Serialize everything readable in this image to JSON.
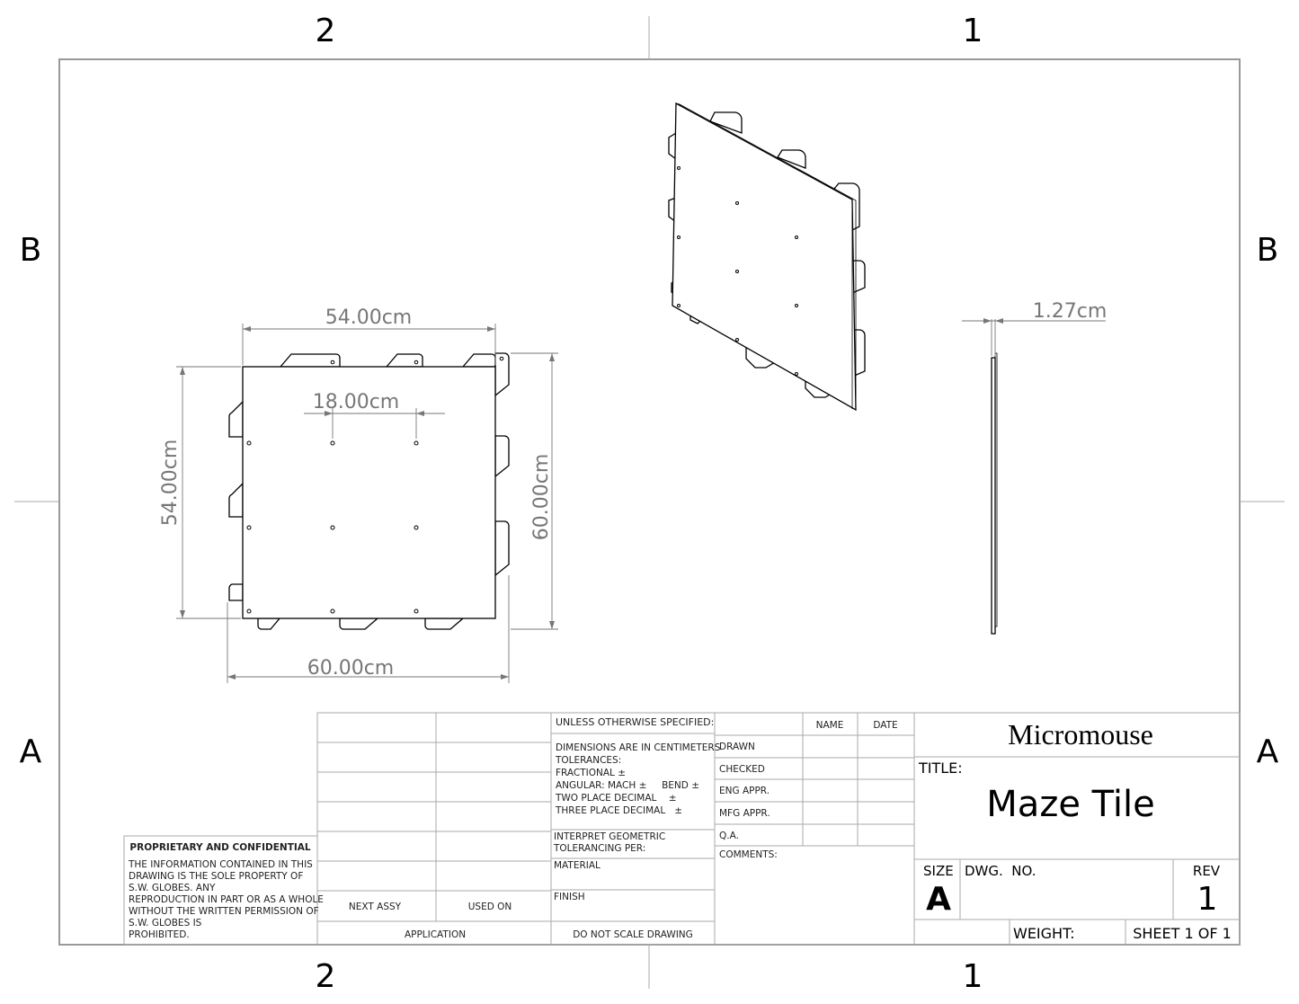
{
  "zones": {
    "top": [
      "2",
      "1"
    ],
    "bottom": [
      "2",
      "1"
    ],
    "left": [
      "B",
      "A"
    ],
    "right": [
      "B",
      "A"
    ]
  },
  "front_view": {
    "dim_top": "54.00cm",
    "dim_hole_spacing": "18.00cm",
    "dim_left": "54.00cm",
    "dim_right": "60.00cm",
    "dim_bottom": "60.00cm"
  },
  "side_view": {
    "dim_thickness": "1.27cm"
  },
  "title_block": {
    "proprietary": {
      "heading": "PROPRIETARY AND CONFIDENTIAL",
      "lines": [
        "THE INFORMATION CONTAINED IN THIS",
        "DRAWING IS THE SOLE PROPERTY OF",
        "S.W. GLOBES.  ANY",
        "REPRODUCTION IN PART OR AS A WHOLE",
        "WITHOUT THE WRITTEN PERMISSION OF",
        "S.W. GLOBES IS",
        "PROHIBITED."
      ]
    },
    "next_assy": "NEXT ASSY",
    "used_on": "USED ON",
    "application": "APPLICATION",
    "unless": "UNLESS OTHERWISE SPECIFIED:",
    "tolerances": [
      "DIMENSIONS ARE IN CENTIMETERS",
      "TOLERANCES:",
      "FRACTIONAL ±",
      "ANGULAR: MACH ±     BEND ±",
      "TWO PLACE DECIMAL    ±",
      "THREE PLACE DECIMAL   ±"
    ],
    "interpret": [
      "INTERPRET GEOMETRIC",
      "TOLERANCING PER:"
    ],
    "material": "MATERIAL",
    "finish": "FINISH",
    "do_not_scale": "DO NOT SCALE DRAWING",
    "name_header": "NAME",
    "date_header": "DATE",
    "approvals": [
      "DRAWN",
      "CHECKED",
      "ENG APPR.",
      "MFG APPR.",
      "Q.A."
    ],
    "comments": "COMMENTS:",
    "company": "Micromouse",
    "title_label": "TITLE:",
    "title": "Maze Tile",
    "size_label": "SIZE",
    "size": "A",
    "dwg_no_label": "DWG.  NO.",
    "rev_label": "REV",
    "rev": "1",
    "weight_label": "WEIGHT:",
    "sheet": "SHEET 1 OF 1"
  }
}
